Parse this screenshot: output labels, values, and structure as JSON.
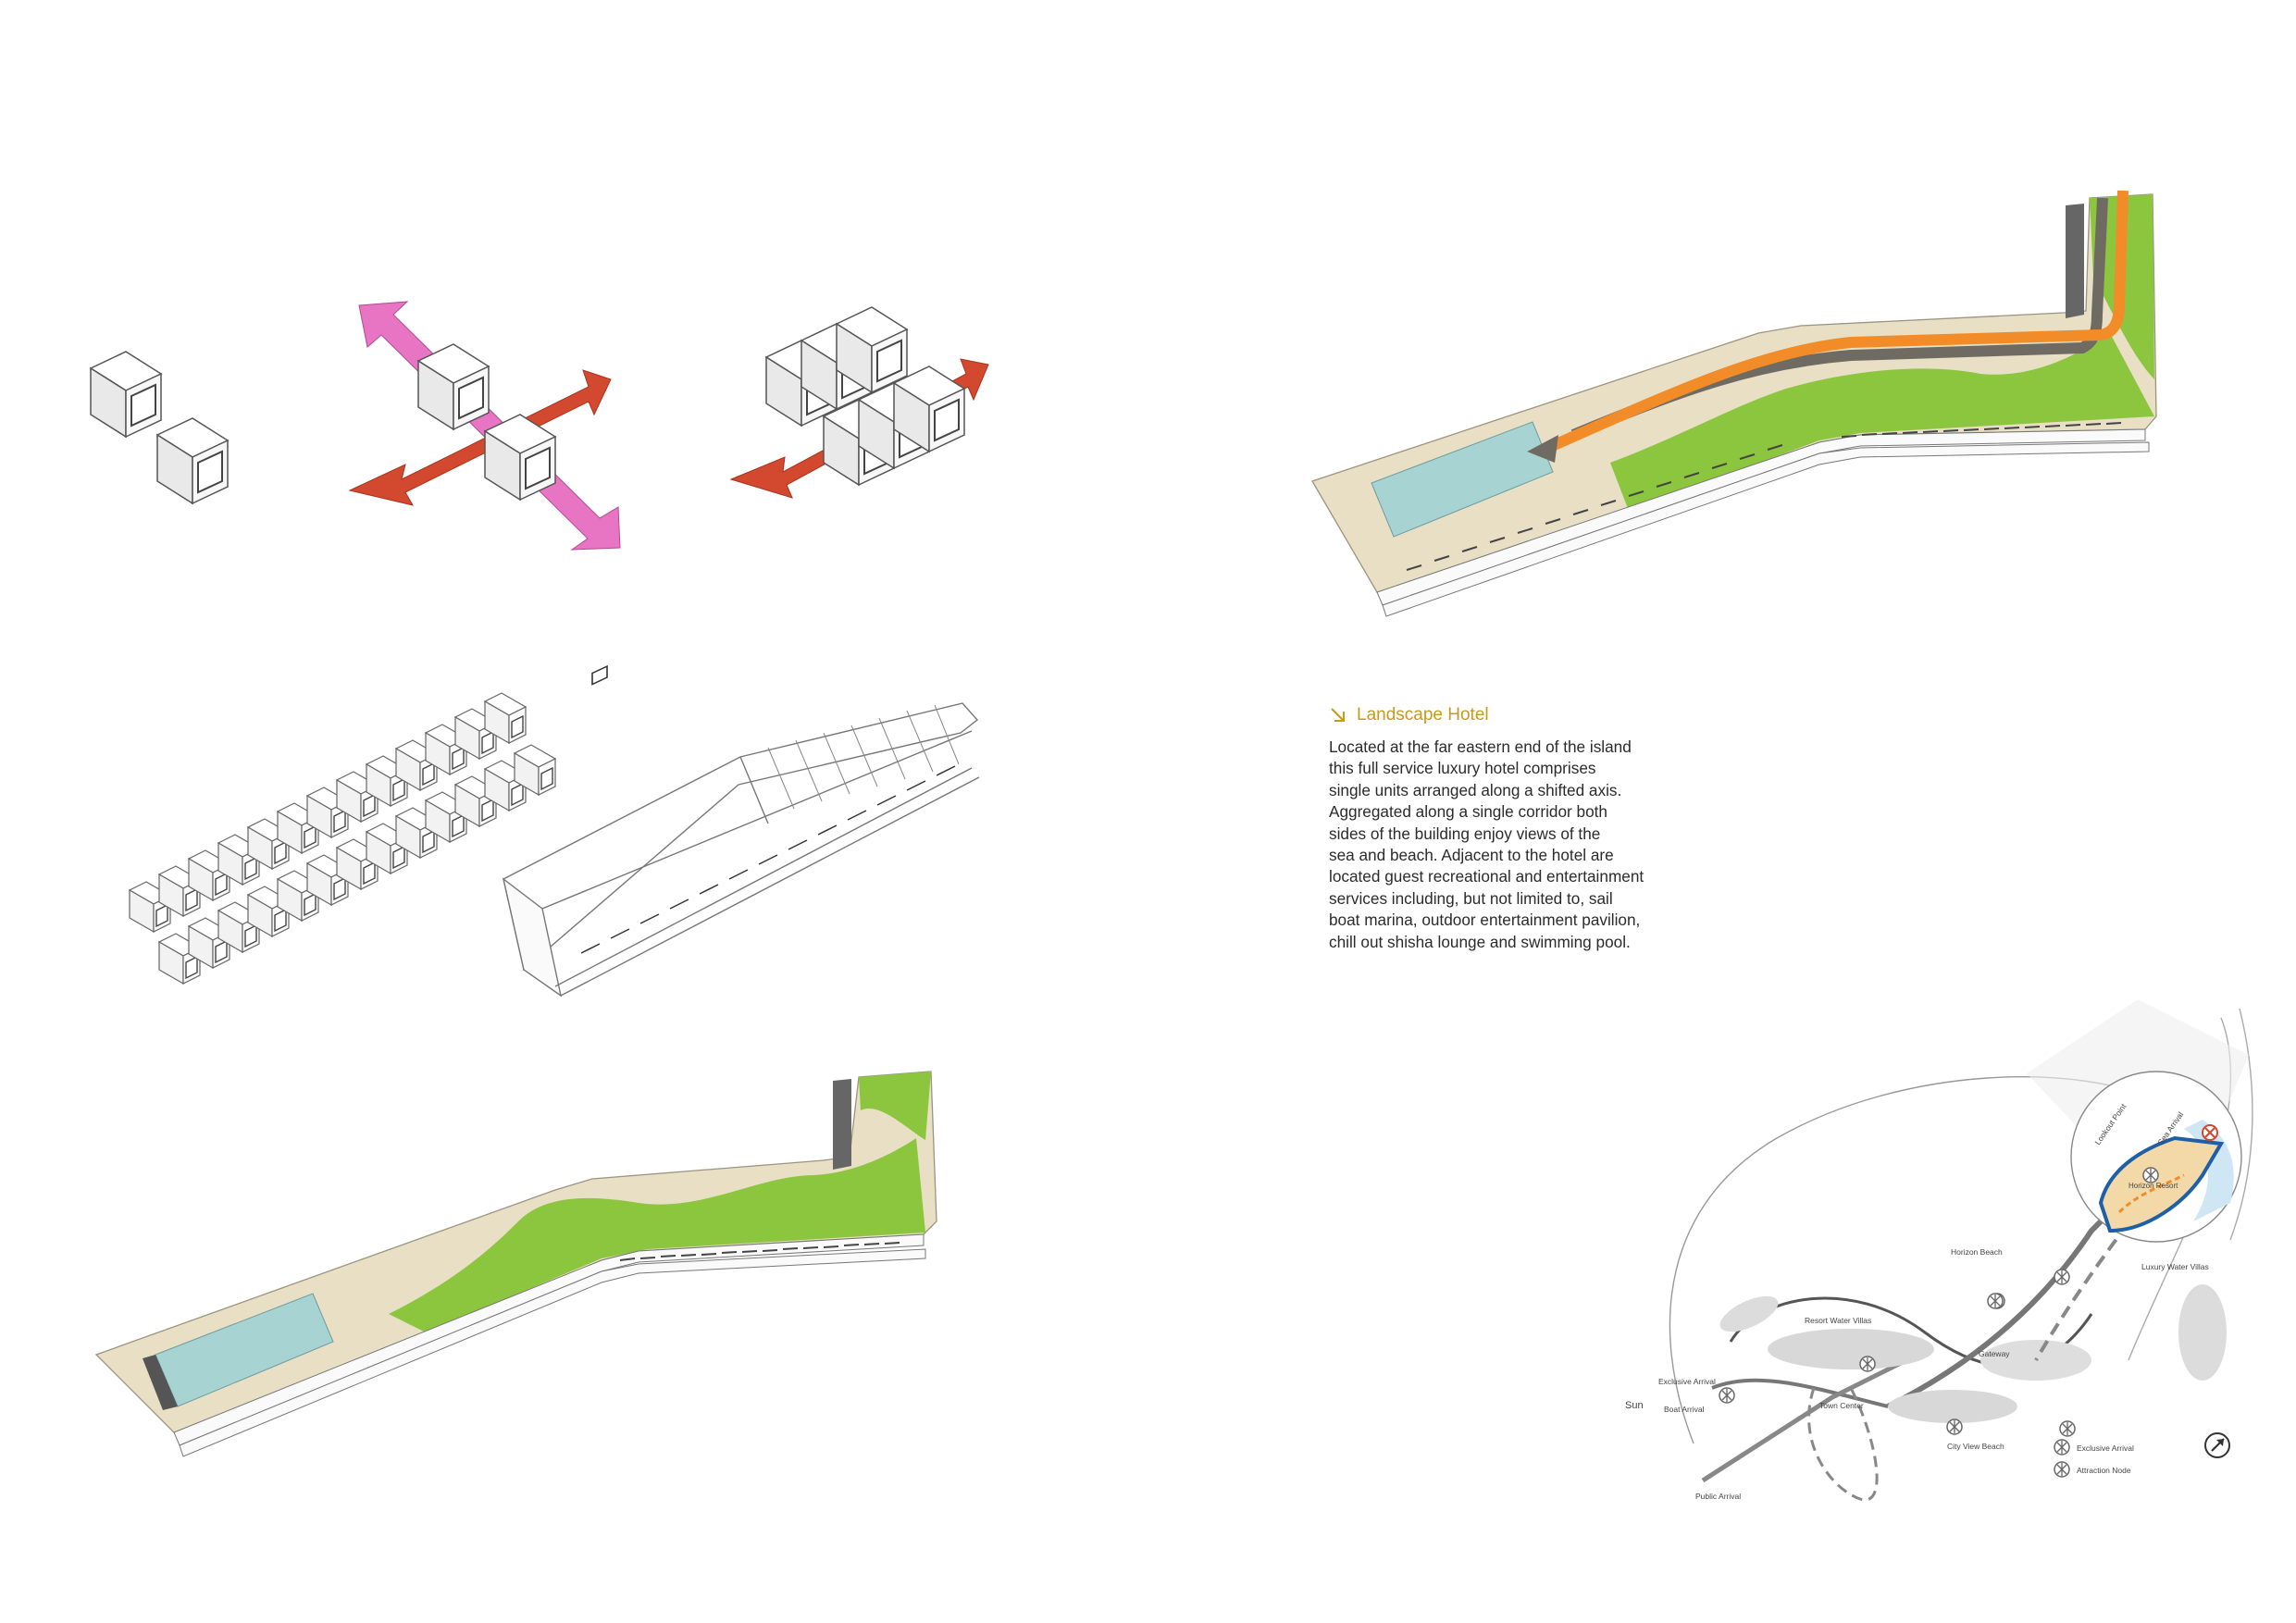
{
  "colors": {
    "arrow_red": "#d2492f",
    "arrow_pink": "#e874c4",
    "landscape_green": "#8cc63f",
    "deck_beige": "#e8dfc4",
    "pool_blue": "#a8d3d3",
    "path_orange": "#f28c28",
    "path_dark": "#6f6b62",
    "heading_gold": "#c79a1b",
    "map_blue": "#1f5fa8"
  },
  "description": {
    "heading": "Landscape Hotel",
    "lines": [
      "Located at the far eastern end of the island",
      "this full service luxury hotel comprises",
      "single units arranged along a shifted axis.",
      "Aggregated along a single corridor both",
      "sides of the building enjoy views of the",
      "sea and beach. Adjacent to the hotel are",
      "located guest recreational and entertainment",
      "services including, but not limited to, sail",
      "boat marina, outdoor entertainment pavilion,",
      "chill out shisha lounge and swimming pool."
    ]
  },
  "map": {
    "labels": {
      "lookout_point": "Lookout Point",
      "sea_arrival": "Sea Arrival",
      "horizon_resort": "Horizon Resort",
      "horizon_beach": "Horizon Beach",
      "luxury_water_villas": "Luxury Water Villas",
      "resort_water_villas": "Resort Water Villas",
      "gateway": "Gateway",
      "exclusive_arrival": "Exclusive Arrival",
      "boat_arrival": "Boat Arrival",
      "sun": "Sun",
      "town_center": "Town Center",
      "city_view_beach": "City View Beach",
      "public_arrival": "Public Arrival"
    },
    "legend": [
      {
        "label": "Exclusive Arrival"
      },
      {
        "label": "Attraction Node"
      }
    ]
  }
}
